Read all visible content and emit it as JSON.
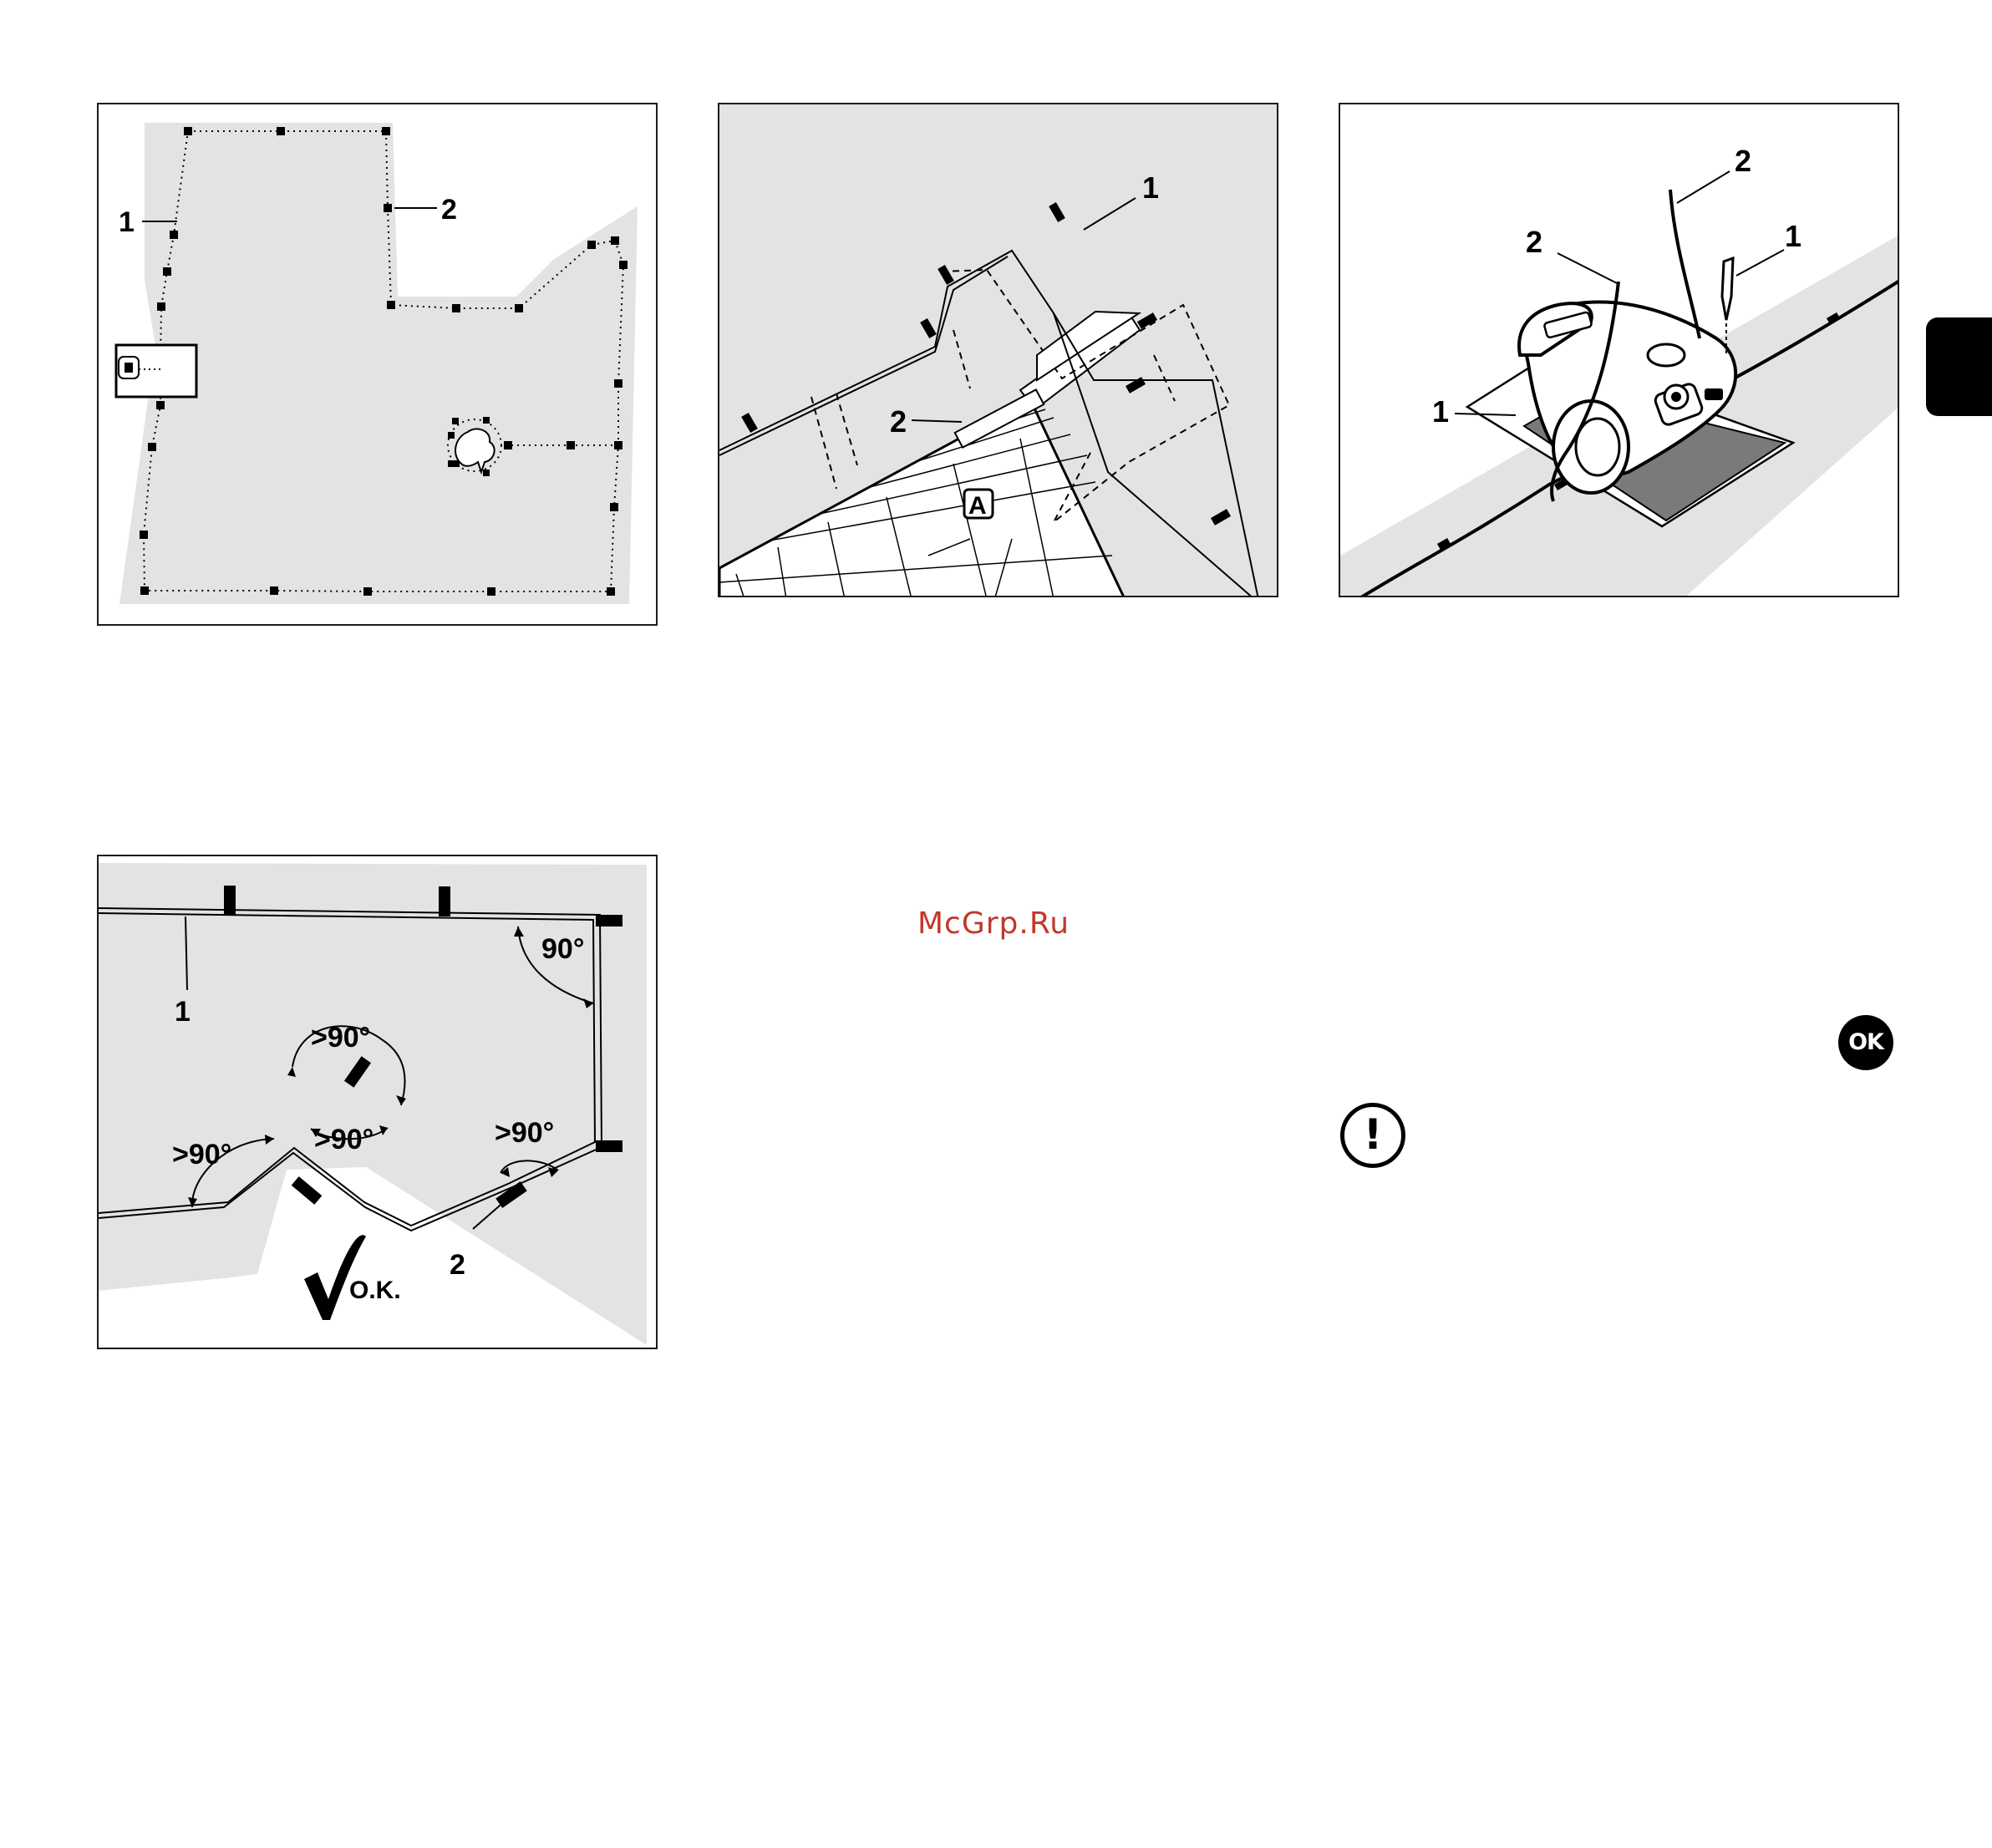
{
  "figure_1": {
    "label_boundary_wire": "1",
    "label_peg": "2"
  },
  "figure_2": {
    "label_boundary_wire": "1",
    "label_connection": "2",
    "label_area": "A"
  },
  "figure_3": {
    "label_peg": "1",
    "label_wire_left": "2",
    "label_wire_right": "2",
    "label_wire_mat": "1"
  },
  "figure_4": {
    "label_wire": "1",
    "label_peg": "2",
    "angle_top_right": "90°",
    "angle_left": ">90°",
    "angle_peak_top": ">90°",
    "angle_peak_bottom": ">90°",
    "angle_right": ">90°",
    "ok_text": "O.K."
  },
  "watermark": "McGrp.Ru",
  "ok_badge": "OK",
  "warning_glyph": "!",
  "colors": {
    "lawn": "#e3e3e3",
    "ink": "#000000",
    "watermark": "#c0392b"
  }
}
